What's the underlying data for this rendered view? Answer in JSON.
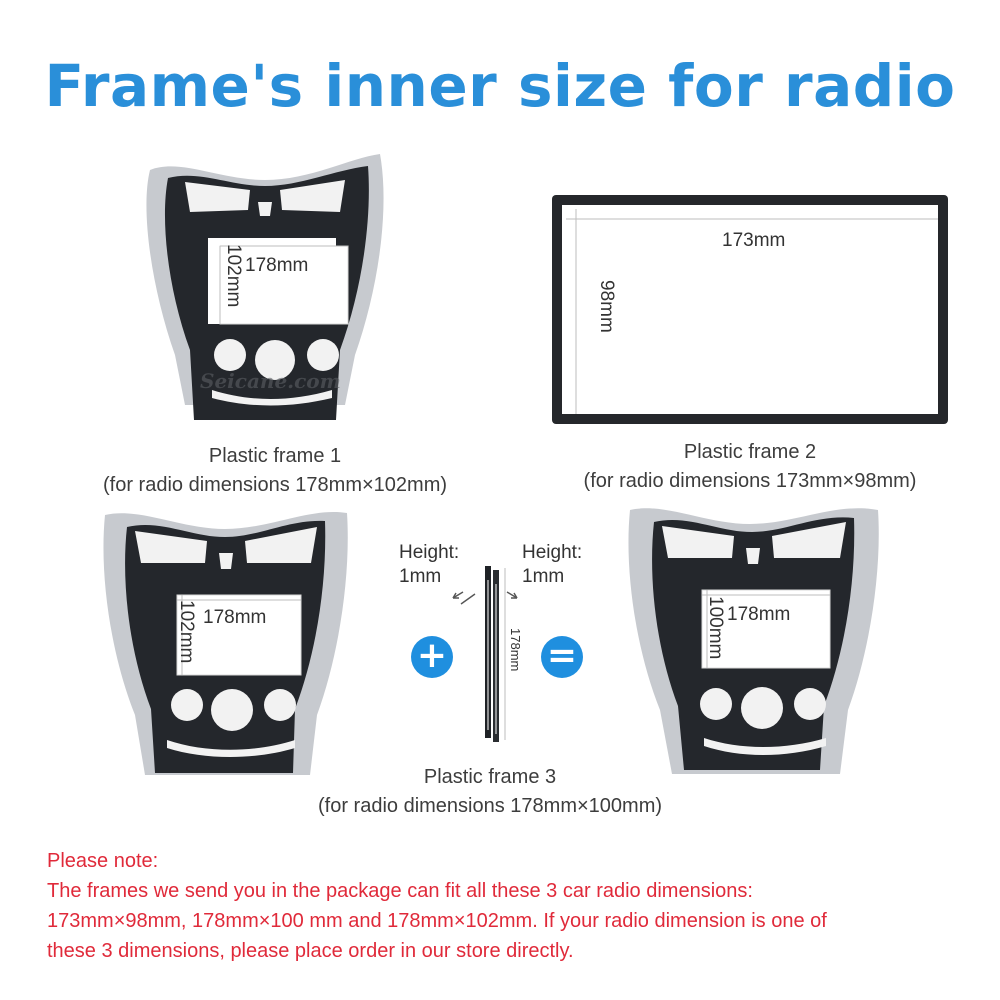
{
  "title": "Frame's inner size for radio",
  "watermark": "Seicane.com",
  "frames": {
    "frame1": {
      "width_label": "178mm",
      "height_label": "102mm",
      "caption_line1": "Plastic frame 1",
      "caption_line2": "(for radio dimensions 178mm×102mm)"
    },
    "frame2": {
      "width_label": "173mm",
      "height_label": "98mm",
      "caption_line1": "Plastic frame 2",
      "caption_line2": "(for radio dimensions 173mm×98mm)"
    },
    "frame3": {
      "left_width_label": "178mm",
      "left_height_label": "102mm",
      "strip_height_left": "Height:",
      "strip_height_left_value": "1mm",
      "strip_height_right": "Height:",
      "strip_height_right_value": "1mm",
      "strip_length_label": "178mm",
      "plus_symbol": "+",
      "equals_symbol": "=",
      "right_width_label": "178mm",
      "right_height_label": "100mm",
      "caption_line1": "Plastic frame 3",
      "caption_line2": "(for radio dimensions 178mm×100mm)"
    }
  },
  "note": {
    "heading": "Please note:",
    "line1": "The frames we send you in the package can fit all these 3 car radio dimensions:",
    "line2": "173mm×98mm,  178mm×100 mm and  178mm×102mm. If your radio dimension is one of",
    "line3": "these 3 dimensions, please place order in our store directly."
  },
  "colors": {
    "title": "#2a8fd9",
    "note": "#e02a3a",
    "accent_circle": "#1f8fdf",
    "frame_dark": "#23262b",
    "frame_silver": "#c9ccd0"
  }
}
